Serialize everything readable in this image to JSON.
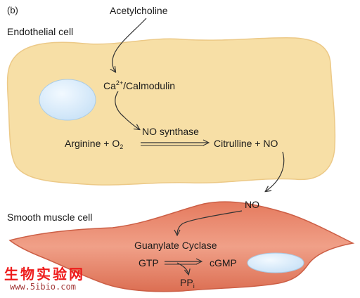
{
  "panel_label": "(b)",
  "acetylcholine": "Acetylcholine",
  "endothelial_cell": "Endothelial cell",
  "ca": {
    "base": "Ca",
    "sup": "2+",
    "rest": "/Calmodulin"
  },
  "no_synthase": "NO synthase",
  "arginine": {
    "base": "Arginine + O",
    "sub": "2"
  },
  "citrulline_no": "Citrulline + NO",
  "no": "NO",
  "smooth_muscle_cell": "Smooth muscle cell",
  "guanylate_cyclase": "Guanylate Cyclase",
  "gtp": "GTP",
  "cgmp": "cGMP",
  "ppi": {
    "base": "PP",
    "sub": "i"
  },
  "watermark": {
    "chinese": "生物实验网",
    "url": "www.5ibio.com"
  },
  "colors": {
    "endothelial_fill": "#f7dfa6",
    "smooth_muscle_fill": "#e9876a",
    "nucleus_fill": "#d9ecfb",
    "watermark": "#ee1c1c"
  }
}
